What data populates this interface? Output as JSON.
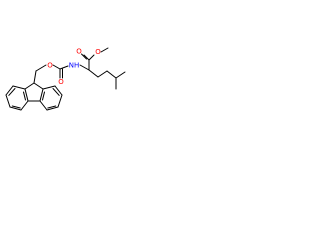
{
  "molecule": {
    "atom_labels": {
      "ester_carbonyl_o": "O",
      "ester_ether_o": "O",
      "carbamate_carbonyl_o": "O",
      "carbamate_ether_o": "O",
      "amide_nh": "NH"
    },
    "colors": {
      "bond": "#000000",
      "oxygen": "#ff0000",
      "nitrogen": "#0000ff"
    }
  }
}
